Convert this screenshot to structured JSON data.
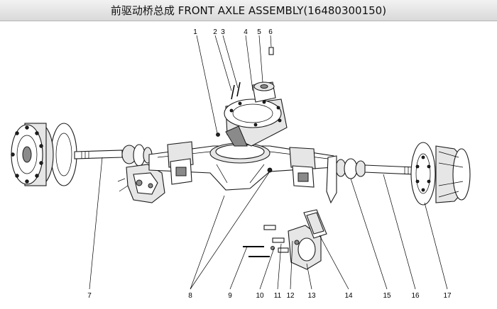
{
  "title": "前驱动桥总成  FRONT AXLE ASSEMBLY(16480300150)",
  "parts": {
    "p1": "1",
    "p2": "2",
    "p3": "3",
    "p4": "4",
    "p5": "5",
    "p6": "6",
    "p7": "7",
    "p8": "8",
    "p9": "9",
    "p10": "10",
    "p11": "11",
    "p12": "12",
    "p13": "13",
    "p14": "14",
    "p15": "15",
    "p16": "16",
    "p17": "17"
  }
}
